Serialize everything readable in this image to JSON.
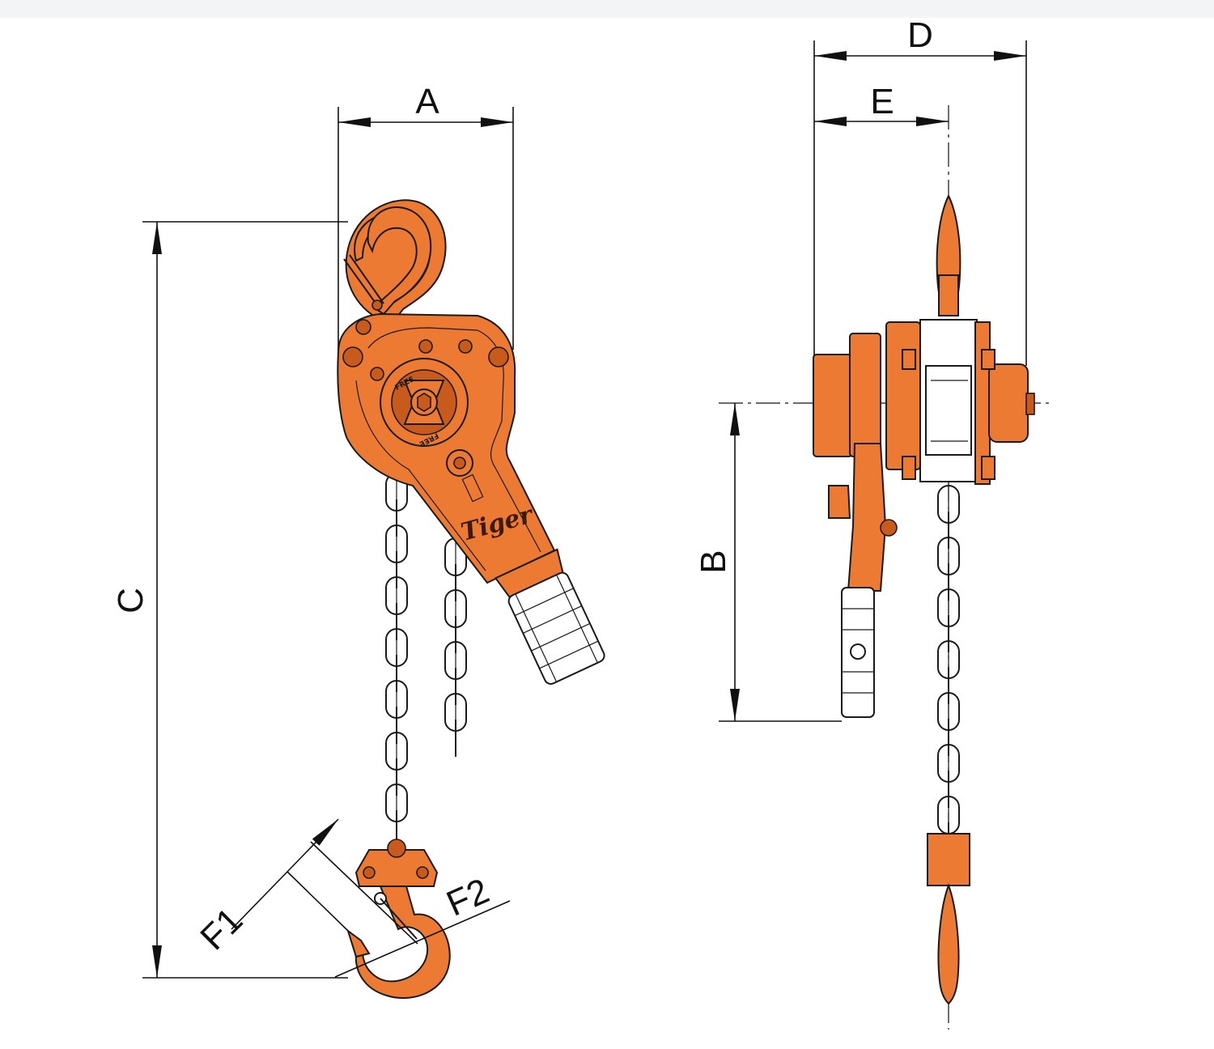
{
  "colors": {
    "hoist": "#ec7a32",
    "hoist_dark": "#c85a1c",
    "line": "#111111",
    "background": "#ffffff"
  },
  "dimensions": {
    "A": "A",
    "B": "B",
    "C": "C",
    "D": "D",
    "E": "E",
    "F1": "F1",
    "F2": "F2"
  },
  "branding": {
    "logo_text": "Tiger",
    "dial_label_top": "FREE",
    "dial_label_bottom": "FREE"
  }
}
